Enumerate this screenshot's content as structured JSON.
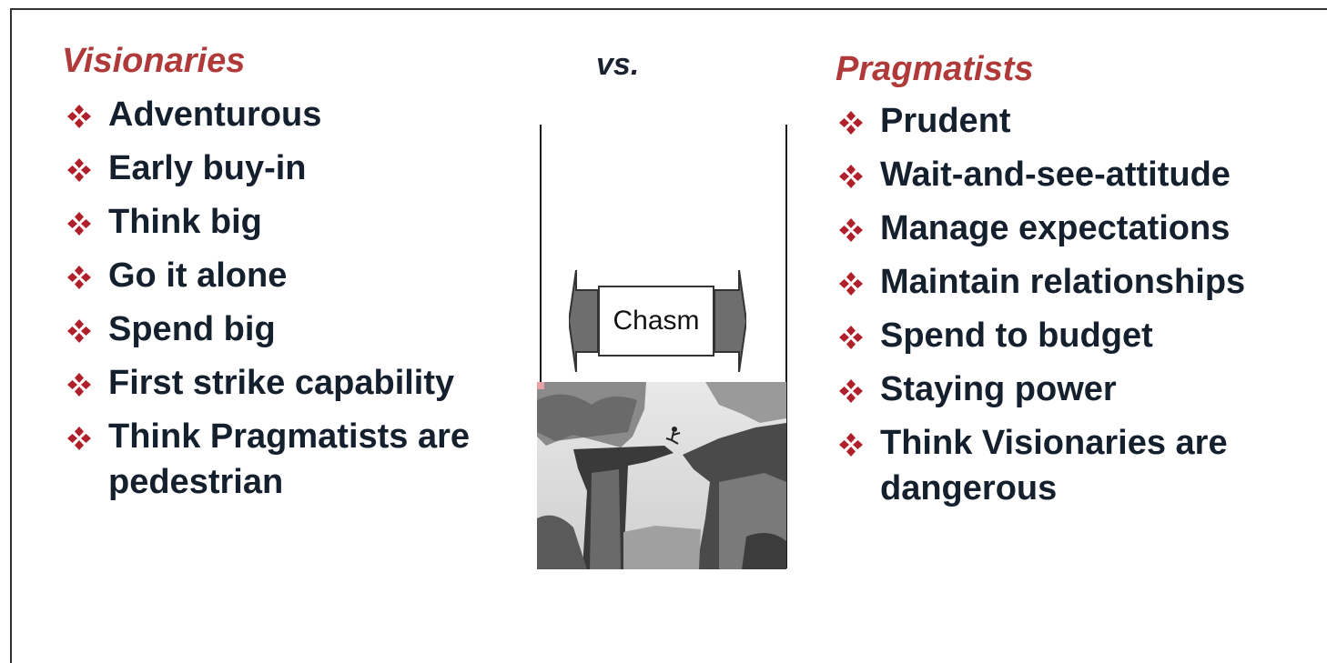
{
  "left_column": {
    "heading": "Visionaries",
    "items": [
      "Adventurous",
      "Early buy-in",
      "Think big",
      "Go it alone",
      "Spend big",
      "First strike capability",
      "Think Pragmatists are pedestrian"
    ]
  },
  "center": {
    "vs_label": "vs.",
    "chasm_label": "Chasm",
    "photo_icon": "chasm-leap-photo"
  },
  "right_column": {
    "heading": "Pragmatists",
    "items": [
      "Prudent",
      "Wait-and-see-attitude",
      "Manage expectations",
      "Maintain relationships",
      "Spend to budget",
      "Staying power",
      "Think Visionaries are dangerous"
    ]
  },
  "colors": {
    "heading": "#b03a3a",
    "bullet": "#b0202a",
    "text": "#15202e"
  },
  "icons": {
    "bullet": "diamond-bullet-icon"
  }
}
